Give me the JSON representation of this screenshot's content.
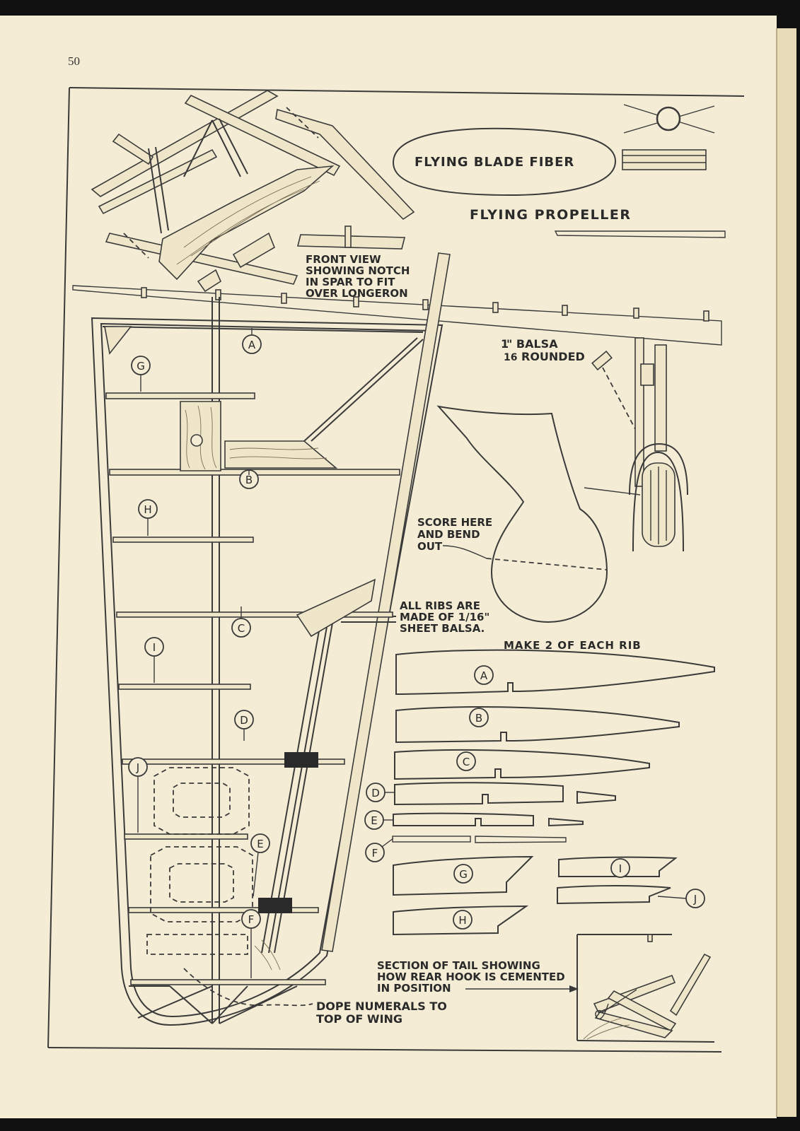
{
  "page_number": "50",
  "labels": {
    "flying_blade": "FLYING BLADE FIBER",
    "flying_propeller": "FLYING PROPELLER",
    "front_view": [
      "FRONT VIEW",
      "SHOWING NOTCH",
      "IN SPAR TO FIT",
      "OVER LONGERON"
    ],
    "balsa_num": "1",
    "balsa_den": "16",
    "balsa_line1": "\" BALSA",
    "balsa_line2": "ROUNDED",
    "score": [
      "SCORE HERE",
      "AND BEND",
      "OUT"
    ],
    "ribs": [
      "ALL RIBS ARE",
      "MADE OF 1/16\"",
      "SHEET BALSA."
    ],
    "make2": "MAKE 2 OF EACH RIB",
    "section_tail": [
      "SECTION OF TAIL SHOWING",
      "HOW REAR HOOK IS CEMENTED",
      "IN POSITION"
    ],
    "dope": [
      "DOPE NUMERALS TO",
      "TOP OF WING"
    ]
  },
  "rib_letters": {
    "A": "A",
    "B": "B",
    "C": "C",
    "D": "D",
    "E": "E",
    "F": "F",
    "G": "G",
    "H": "H",
    "I": "I",
    "J": "J"
  },
  "colors": {
    "page": "#f4ecd4",
    "ink": "#3a3a3a",
    "background": "#111111"
  }
}
